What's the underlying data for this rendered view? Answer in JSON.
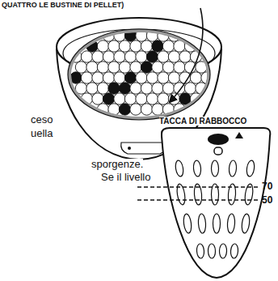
{
  "diagram": {
    "labels": [
      "QUATTRO LE BUSTINE DI PELLET)",
      "ceso",
      "uella",
      "sporgenze.",
      "Se il livello",
      "TACCA DI RABBOCCO",
      "70",
      "50"
    ]
  }
}
